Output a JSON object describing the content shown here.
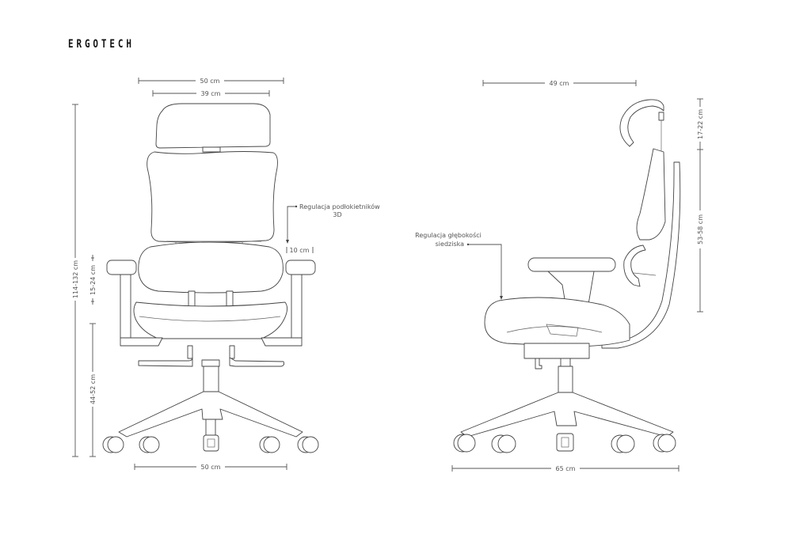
{
  "brand": {
    "logo": "ERGOTECH"
  },
  "front_view": {
    "dimensions": {
      "overall_width": "50 cm",
      "headrest_width": "39 cm",
      "armrest_offset": "10 cm",
      "total_height": "114-132 cm",
      "armrest_height": "15-24 cm",
      "seat_height": "44-52 cm",
      "base_width": "50 cm"
    },
    "annotations": {
      "armrest_adjust_line1": "Regulacja podłokietników",
      "armrest_adjust_line2": "3D"
    }
  },
  "side_view": {
    "dimensions": {
      "backrest_depth": "49 cm",
      "headrest_height": "17-22 cm",
      "backrest_height": "53-58 cm",
      "base_depth": "65 cm"
    },
    "annotations": {
      "seat_depth_line1": "Regulacja głębokości",
      "seat_depth_line2": "siedziska"
    }
  }
}
